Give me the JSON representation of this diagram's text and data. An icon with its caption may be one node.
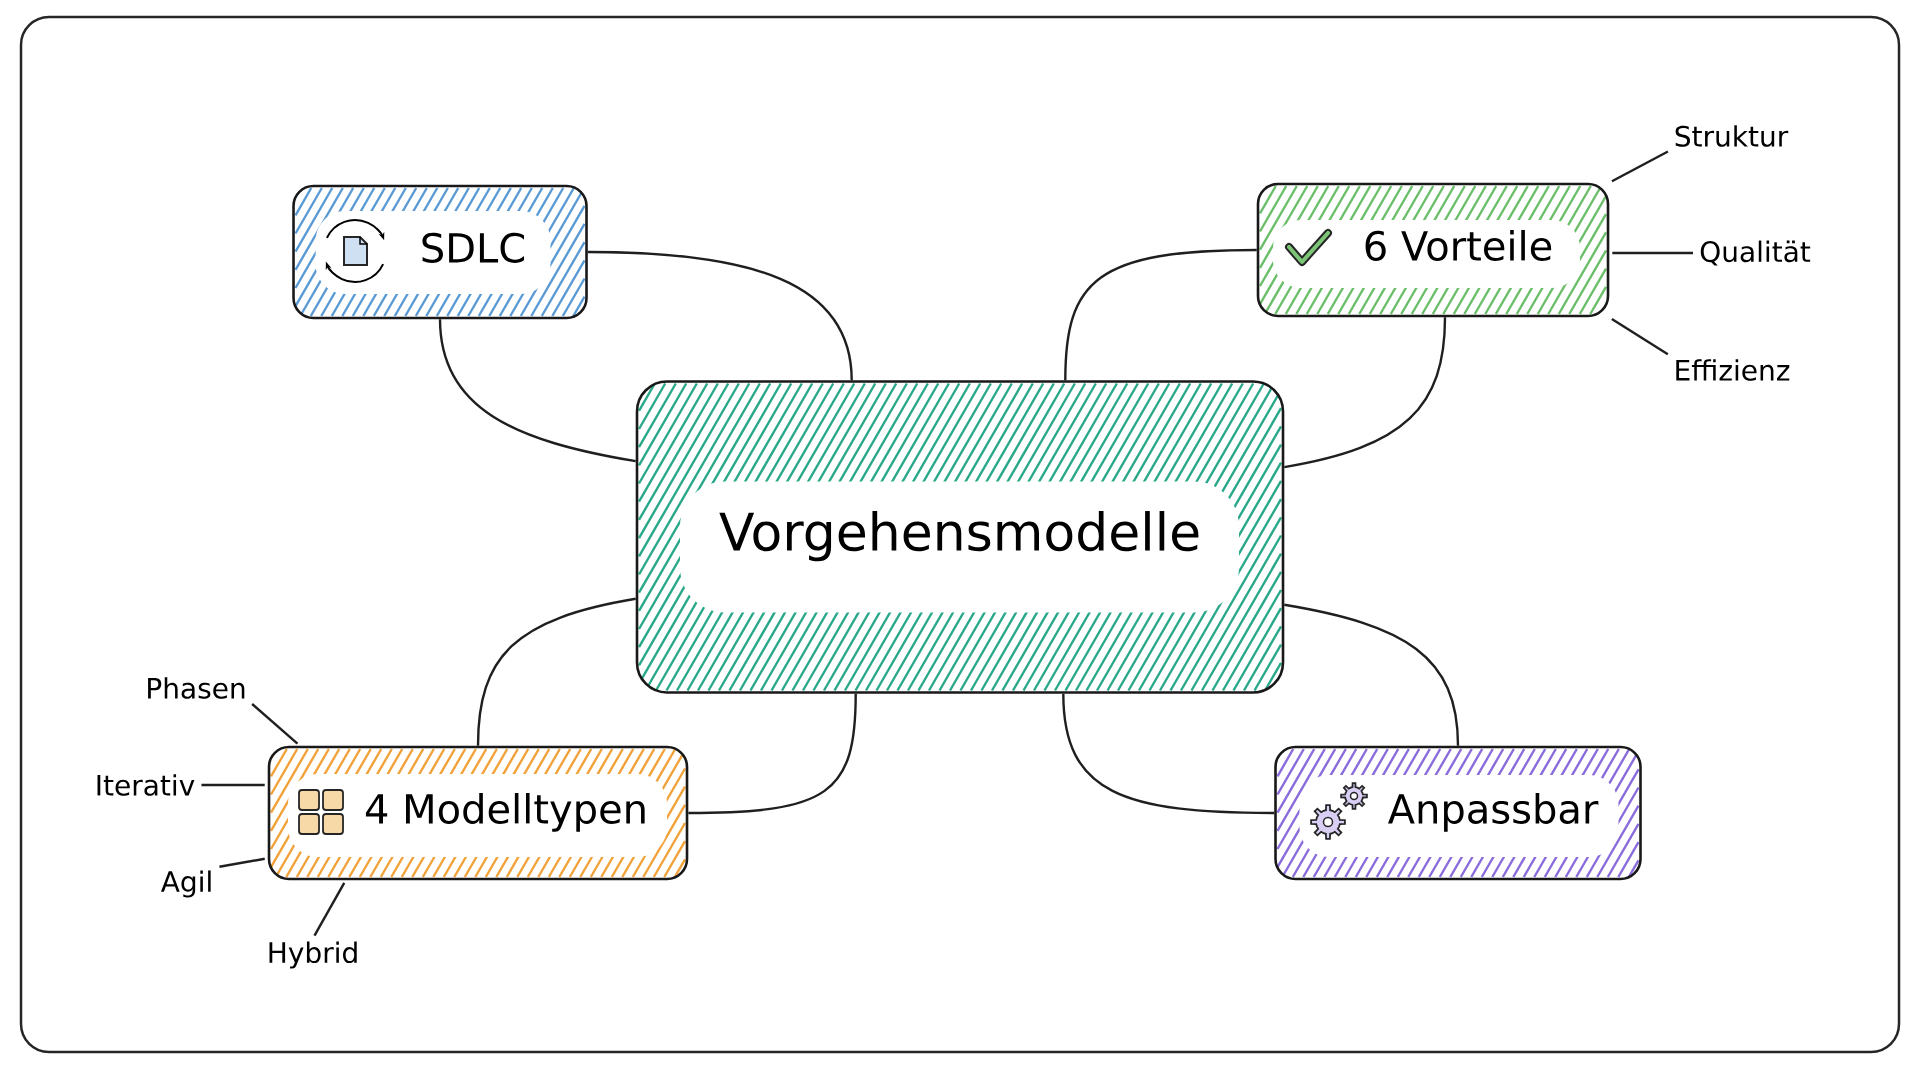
{
  "diagram": {
    "nodes": [
      {
        "text": [
          "Vorgehensmodelle"
        ]
      },
      {
        "text": [
          "SDLC"
        ]
      },
      {
        "text": [
          "6 Vorteile"
        ]
      },
      {
        "text": [
          "4 Modelltypen"
        ]
      },
      {
        "text": [
          "Anpassbar"
        ]
      },
      {
        "text": [
          "Struktur"
        ]
      },
      {
        "text": [
          "Qualität"
        ]
      },
      {
        "text": [
          "Effizienz"
        ]
      },
      {
        "text": [
          "Phasen"
        ]
      },
      {
        "text": [
          "Iterativ"
        ]
      },
      {
        "text": [
          "Agil"
        ]
      },
      {
        "text": [
          "Hybrid"
        ]
      }
    ],
    "edges": [
      {
        "from": 0,
        "to": 1,
        "arrow": "none"
      },
      {
        "from": 0,
        "to": 1,
        "arrow": "none"
      },
      {
        "from": 0,
        "to": 2,
        "arrow": "none"
      },
      {
        "from": 0,
        "to": 2,
        "arrow": "none"
      },
      {
        "from": 0,
        "to": 3,
        "arrow": "none"
      },
      {
        "from": 0,
        "to": 3,
        "arrow": "none"
      },
      {
        "from": 0,
        "to": 4,
        "arrow": "none"
      },
      {
        "from": 0,
        "to": 4,
        "arrow": "none"
      },
      {
        "from": 5,
        "to": 2,
        "arrow": "none"
      },
      {
        "from": 6,
        "to": 2,
        "arrow": "none"
      },
      {
        "from": 7,
        "to": 2,
        "arrow": "none"
      },
      {
        "from": 8,
        "to": 3,
        "arrow": "none"
      },
      {
        "from": 9,
        "to": 3,
        "arrow": "none"
      },
      {
        "from": 10,
        "to": 3,
        "arrow": "none"
      },
      {
        "from": 11,
        "to": 3,
        "arrow": "none"
      }
    ]
  }
}
